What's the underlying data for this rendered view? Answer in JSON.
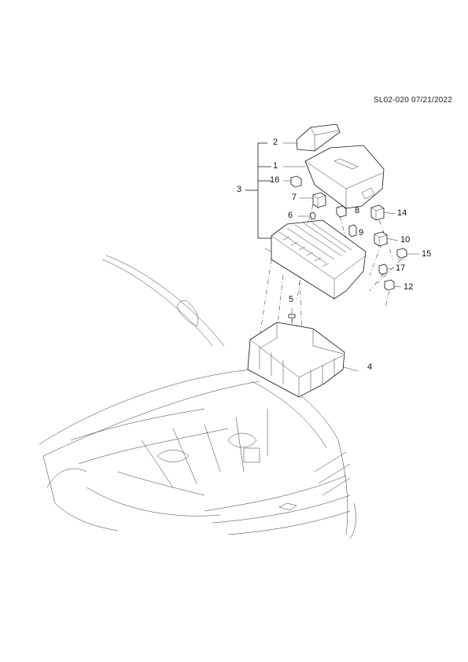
{
  "reference": "SL02-020 07/21/2022",
  "callouts": [
    "1",
    "2",
    "3",
    "4",
    "5",
    "6",
    "7",
    "8",
    "9",
    "10",
    "12",
    "14",
    "15",
    "16",
    "17"
  ]
}
